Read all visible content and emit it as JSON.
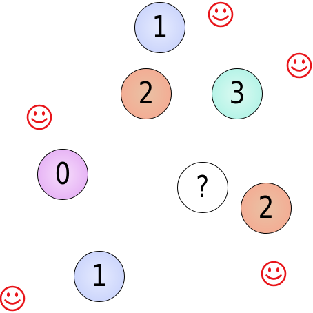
{
  "nodes": [
    {
      "label": "1",
      "color": "#c2cdfb",
      "edge": "#e6ebfe"
    },
    {
      "label": "2",
      "color": "#f7a58e",
      "edge": "#e9c1a4"
    },
    {
      "label": "3",
      "color": "#a6f1e3",
      "edge": "#ddfaf2"
    },
    {
      "label": "0",
      "color": "#e1a4f3",
      "edge": "#f6ddfb"
    },
    {
      "label": "?",
      "color": "#ffffff",
      "edge": "#ffffff"
    },
    {
      "label": "2",
      "color": "#f7a58e",
      "edge": "#e9c1a4"
    },
    {
      "label": "1",
      "color": "#c2cdfb",
      "edge": "#e6ebfe"
    }
  ],
  "smiley_color": "#e8151a"
}
